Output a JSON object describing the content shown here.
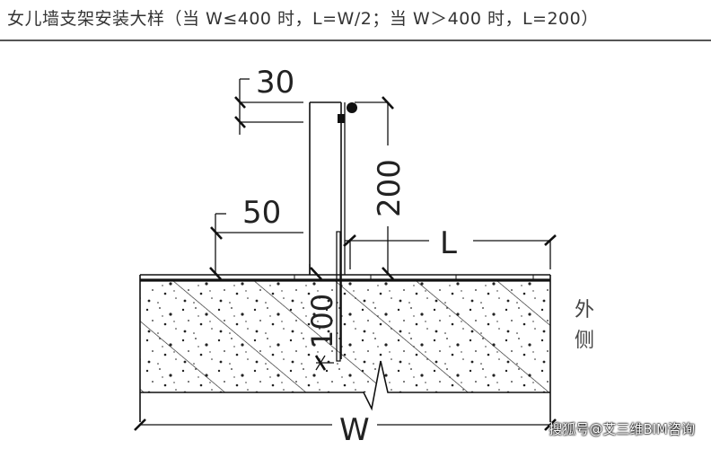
{
  "title": "女儿墙支架安装大样（当 W≤400 时，L=W/2；当 W＞400 时，L=200）",
  "dimensions": {
    "d30": "30",
    "d50": "50",
    "d200": "200",
    "d100": "100",
    "L": "L",
    "W": "W"
  },
  "side_label": {
    "line1": "外",
    "line2": "侧"
  },
  "watermark": "搜狐号@艾三维BIM咨询",
  "colors": {
    "line": "#111111",
    "text": "#333333",
    "background": "#ffffff"
  }
}
